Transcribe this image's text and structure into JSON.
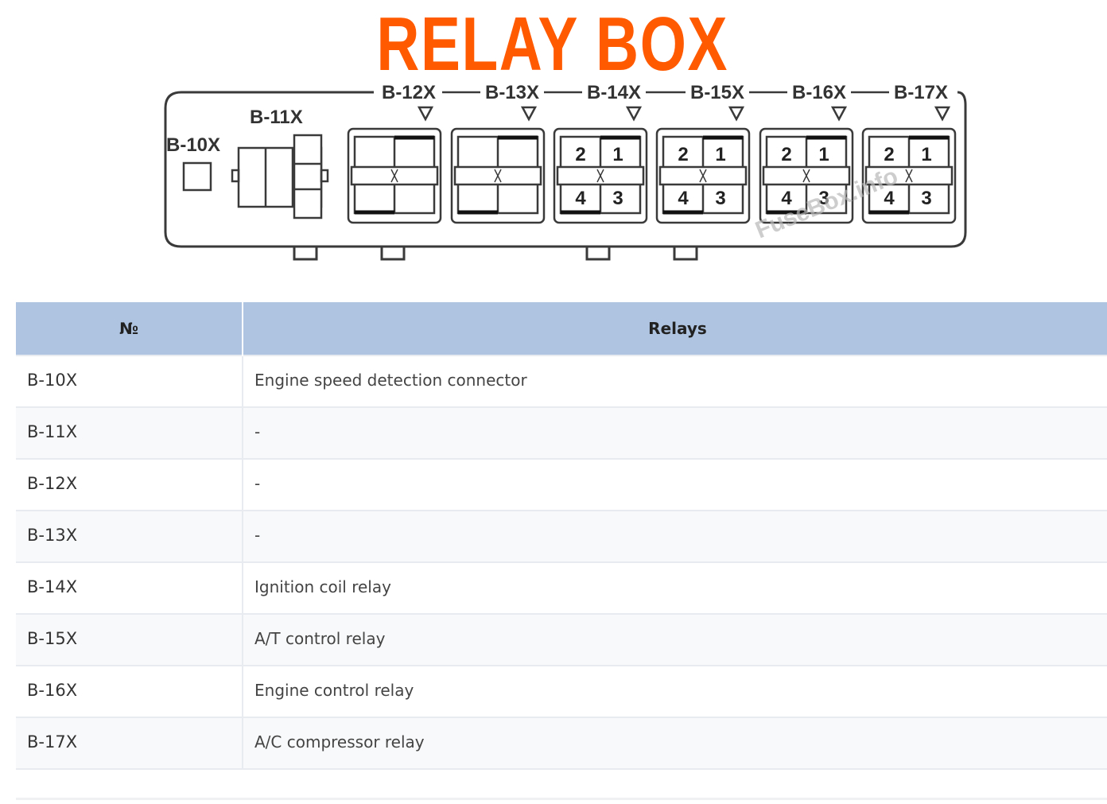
{
  "title": "RELAY BOX",
  "diagram": {
    "watermark": "FuseBox.info",
    "labels": {
      "b10": "B-10X",
      "b11": "B-11X",
      "b12": "B-12X",
      "b13": "B-13X",
      "b14": "B-14X",
      "b15": "B-15X",
      "b16": "B-16X",
      "b17": "B-17X"
    },
    "pins": {
      "p1": "1",
      "p2": "2",
      "p3": "3",
      "p4": "4"
    }
  },
  "table": {
    "headers": {
      "num": "№",
      "relays": "Relays"
    },
    "rows": [
      {
        "num": "B-10X",
        "desc": "Engine speed detection connector"
      },
      {
        "num": "B-11X",
        "desc": "-"
      },
      {
        "num": "B-12X",
        "desc": "-"
      },
      {
        "num": "B-13X",
        "desc": "-"
      },
      {
        "num": "B-14X",
        "desc": "Ignition coil relay"
      },
      {
        "num": "B-15X",
        "desc": "A/T control relay"
      },
      {
        "num": "B-16X",
        "desc": "Engine control relay"
      },
      {
        "num": "B-17X",
        "desc": "A/C compressor relay"
      }
    ]
  },
  "colors": {
    "title": "#ff5a00",
    "header_bg": "#aec4e0"
  }
}
